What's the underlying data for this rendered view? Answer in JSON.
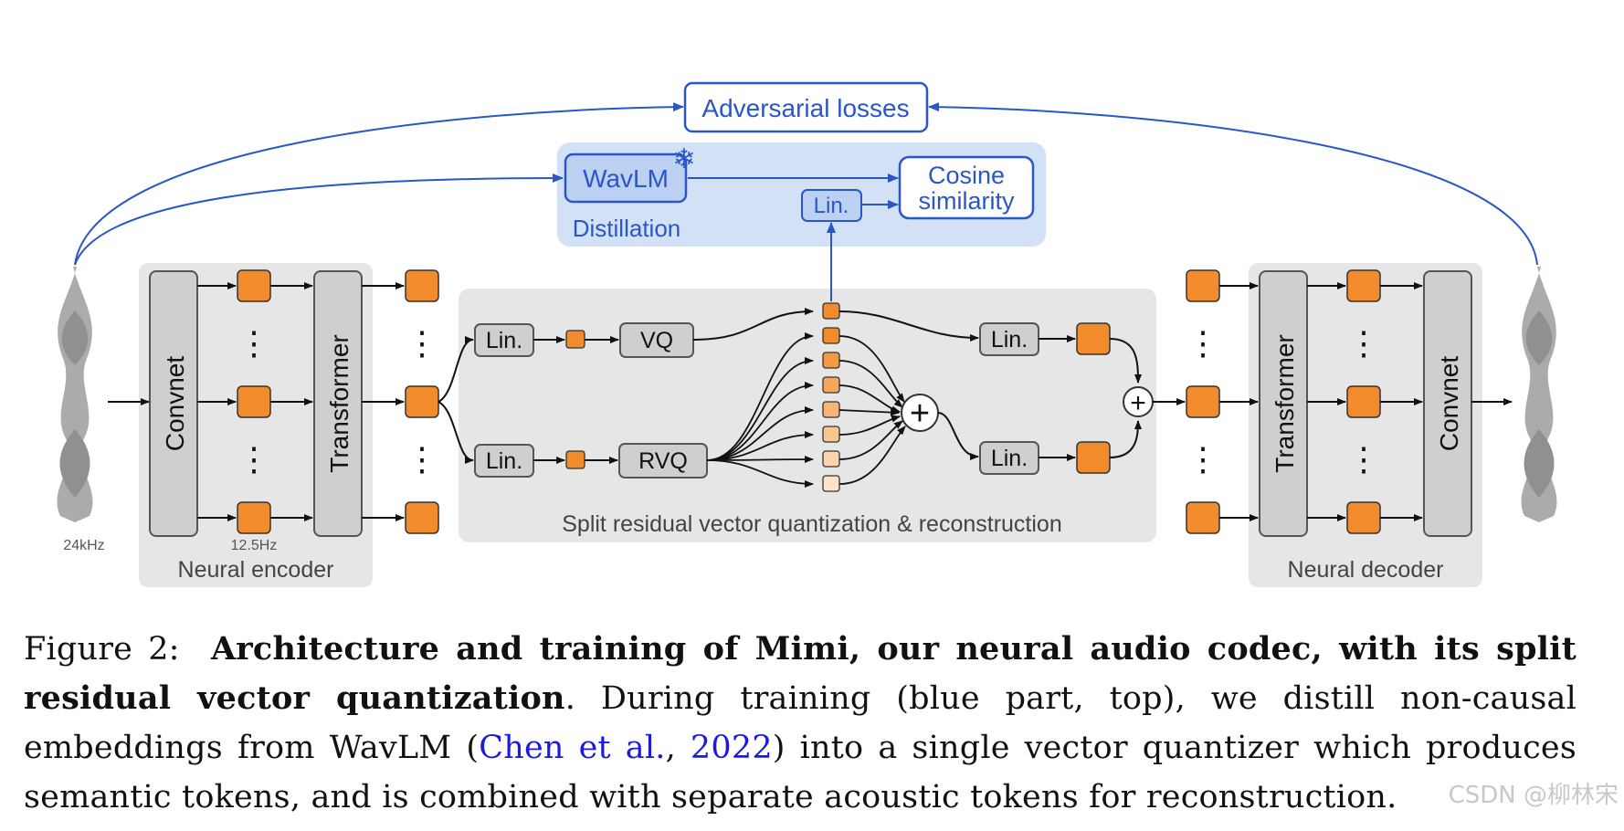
{
  "diagram": {
    "adversarial": "Adversarial losses",
    "wavlm": "WavLM",
    "distillation": "Distillation",
    "cosine_line1": "Cosine",
    "cosine_line2": "similarity",
    "lin": "Lin.",
    "vq": "VQ",
    "rvq": "RVQ",
    "convnet": "Convnet",
    "transformer": "Transformer",
    "split_label": "Split residual vector quantization & reconstruction",
    "encoder_label": "Neural encoder",
    "decoder_label": "Neural decoder",
    "rate_24k": "24kHz",
    "rate_12_5": "12.5Hz",
    "ellipsis": "⋮",
    "snowflake": "❄",
    "plus": "+",
    "accent_blue": "#2a56c6",
    "token_orange": "#f28b2c",
    "panel_gray": "#e6e6e6"
  },
  "caption": {
    "figure_label": "Figure 2:",
    "bold_title": "Architecture and training of Mimi, our neural audio codec, with its split residual vector quantization",
    "text_1": ". During training (blue part, top), we distill non-causal embeddings from WavLM (",
    "cite_author": "Chen et al.",
    "cite_sep": ", ",
    "cite_year": "2022",
    "text_2": ") into a single vector quantizer which produces semantic tokens, and is combined with separate acoustic tokens for reconstruction."
  },
  "watermark": "CSDN @柳林宋"
}
